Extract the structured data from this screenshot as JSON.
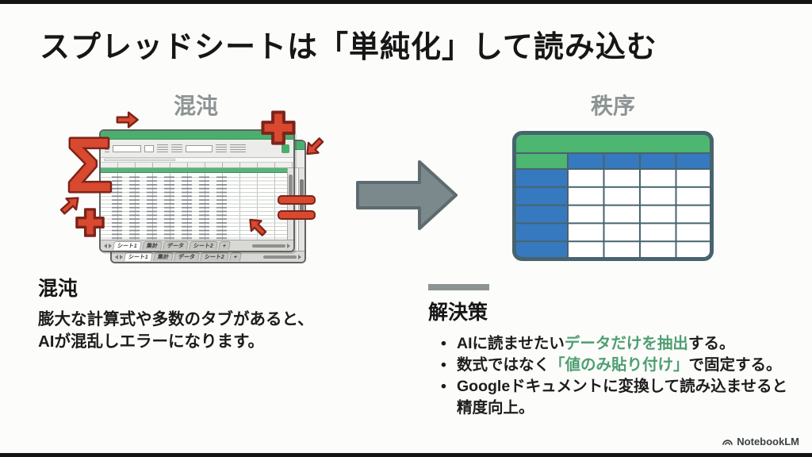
{
  "slide": {
    "title": "スプレッドシートは「単純化」して読み込む"
  },
  "labels": {
    "chaos": "混沌",
    "order": "秩序"
  },
  "chaos_section": {
    "heading": "混沌",
    "description_line1": "膨大な計算式や多数のタブがあると、",
    "description_line2": "AIが混乱しエラーになります。"
  },
  "solution_section": {
    "heading": "解決策",
    "bullets": [
      {
        "pre": "AIに読ませたい",
        "highlight": "データだけを抽出",
        "post": "する。"
      },
      {
        "pre": "数式ではなく",
        "highlight": "「値のみ貼り付け」",
        "post": "で固定する。"
      },
      {
        "pre": "Googleドキュメントに変換して読み込ませると精度向上。",
        "highlight": "",
        "post": ""
      }
    ]
  },
  "spreadsheet_illustration": {
    "tabs": [
      "シート1",
      "集計",
      "データ",
      "シート2",
      "+"
    ],
    "symbols": {
      "sigma": "Σ"
    }
  },
  "watermark": "NotebookLM",
  "colors": {
    "highlight_green": "#4f9e72",
    "table_green": "#4db671",
    "table_blue": "#3779bf",
    "table_border": "#47646e",
    "chaos_red": "#d9492f",
    "chaos_red_outline": "#7c241b",
    "label_gray": "#8d9494",
    "arrow_gray": "#7b898c"
  }
}
